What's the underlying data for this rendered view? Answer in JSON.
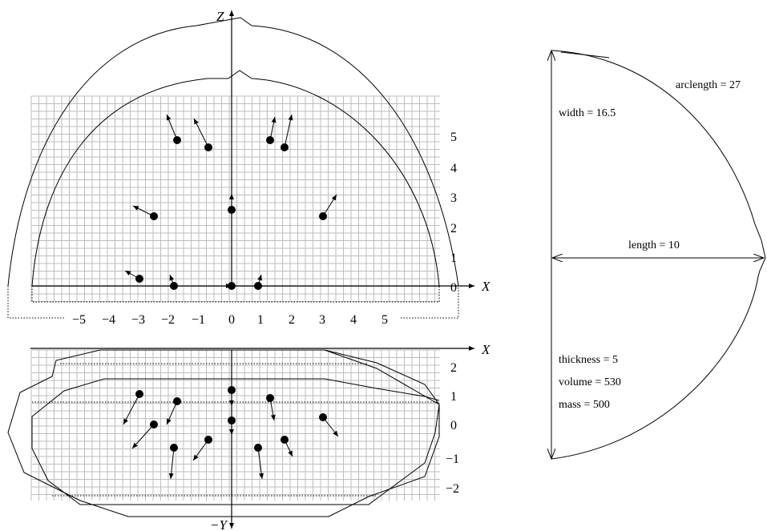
{
  "top_view": {
    "z_axis_label": "Z",
    "x_axis_label": "X",
    "x_ticks": [
      "−5",
      "−4",
      "−3",
      "−2",
      "−1",
      "0",
      "1",
      "2",
      "3",
      "4",
      "5"
    ],
    "z_ticks": [
      "0",
      "1",
      "2",
      "3",
      "4",
      "5"
    ]
  },
  "bottom_view": {
    "x_axis_label": "X",
    "y_axis_label": "−Y",
    "y_ticks": [
      "2",
      "1",
      "0",
      "−1",
      "−2"
    ]
  },
  "measurements": {
    "arclength": "arclength = 27",
    "width": "width = 16.5",
    "length": "length = 10",
    "thickness": "thickness = 5",
    "volume": "volume = 530",
    "mass": "mass = 500"
  }
}
